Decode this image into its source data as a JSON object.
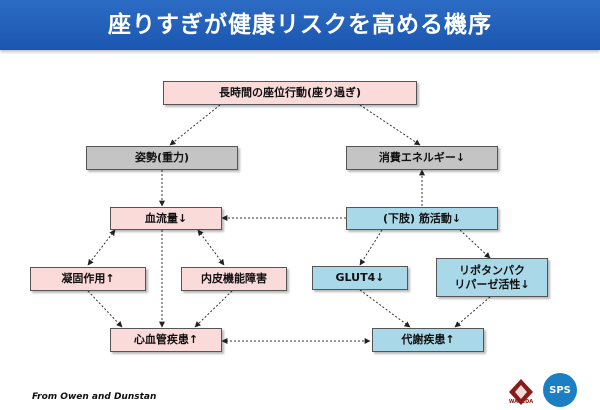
{
  "title": "座りすぎが健康リスクを高める機序",
  "nodes": {
    "sitting": "長時間の座位行動(座り過ぎ)",
    "posture": "姿勢(重力)",
    "energy": "消費エネルギー↓",
    "bloodflow": "血流量↓",
    "muscle": "(下肢) 筋活動↓",
    "coagulation": "凝固作用↑",
    "endothelial": "内皮機能障害",
    "glut4": "GLUT4↓",
    "lipoprotein_line1": "リポタンパク",
    "lipoprotein_line2": "リパーゼ活性↓",
    "cardiovascular": "心血管疾患↑",
    "metabolic": "代謝疾患↑"
  },
  "caption": "From Owen and Dunstan",
  "logos": {
    "waseda": "WASEDA",
    "sps": "SPS"
  },
  "colors": {
    "title_bar": "#1a56b0",
    "pink_box": "#fbdada",
    "gray_box": "#c4c4c4",
    "blue_box": "#a9d8e8"
  }
}
